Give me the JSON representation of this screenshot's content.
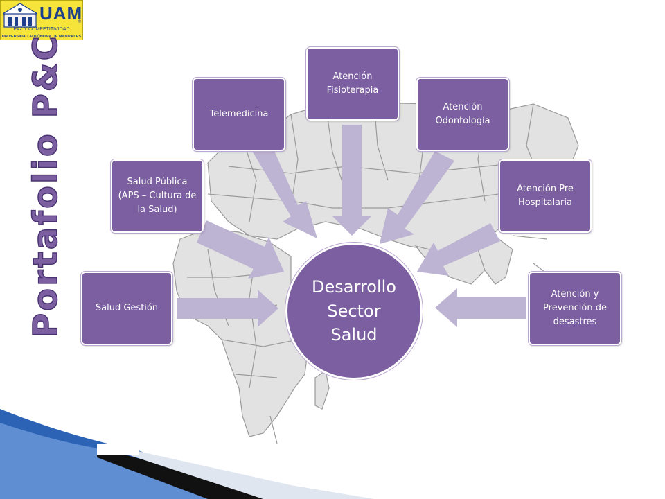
{
  "logo": {
    "name": "UAM",
    "registered": "®",
    "motto": "PAZ Y COMPETITIVIDAD",
    "university": "UNIVERSIDAD AUTÓNOMA DE MANIZALES"
  },
  "slide_title": "Portafolio P&C",
  "center_node": {
    "lines": [
      "Desarrollo",
      "Sector",
      "Salud"
    ]
  },
  "nodes": [
    {
      "id": "salud-gestion",
      "lines": [
        "Salud Gestión"
      ]
    },
    {
      "id": "salud-publica",
      "lines": [
        "Salud Pública",
        "(APS – Cultura de",
        "la Salud)"
      ]
    },
    {
      "id": "telemedicina",
      "lines": [
        "Telemedicina"
      ]
    },
    {
      "id": "atencion-fisioterapia",
      "lines": [
        "Atención",
        "Fisioterapia"
      ]
    },
    {
      "id": "atencion-odontologia",
      "lines": [
        "Atención",
        "Odontología"
      ]
    },
    {
      "id": "atencion-pre-hospitalaria",
      "lines": [
        "Atención Pre",
        "Hospitalaria"
      ]
    },
    {
      "id": "atencion-prevencion-desastres",
      "lines": [
        "Atención y",
        "Prevención de",
        "desastres"
      ]
    }
  ],
  "colors": {
    "node_fill": "#7c5fa0",
    "arrow_fill": "#bdb3d2",
    "title_color": "#7c5fa0",
    "map_fill": "#e2e2e2",
    "map_stroke": "#9a9a9a",
    "corner_blue": "#2c63b5"
  }
}
